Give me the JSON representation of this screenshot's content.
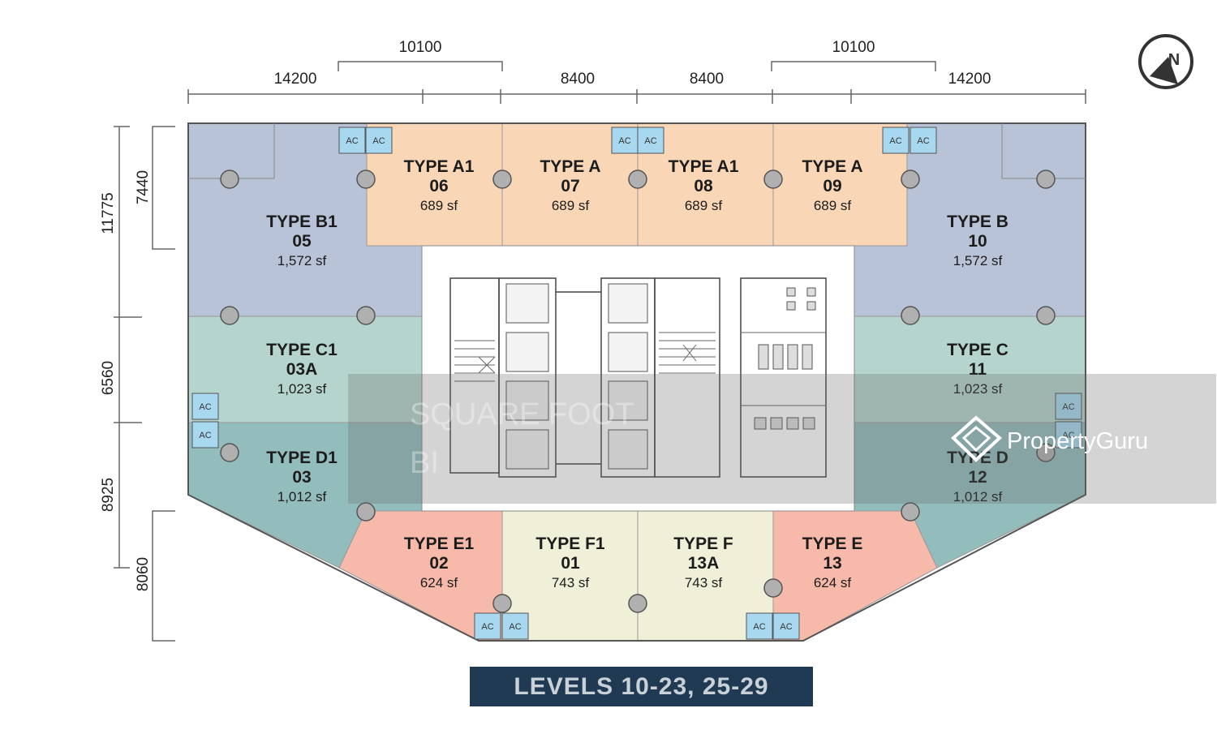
{
  "dimensions": {
    "top_row1": [
      "10100",
      "10100"
    ],
    "top_row2": [
      "14200",
      "8400",
      "8400",
      "14200"
    ],
    "left_outer": [
      "11775",
      "6560",
      "8925"
    ],
    "left_inner": [
      "7440",
      "8060"
    ]
  },
  "units": [
    {
      "id": "u06",
      "type": "TYPE A1",
      "number": "06",
      "area": "689 sf",
      "color": "#f9d6b6"
    },
    {
      "id": "u07",
      "type": "TYPE A",
      "number": "07",
      "area": "689 sf",
      "color": "#f9d6b6"
    },
    {
      "id": "u08",
      "type": "TYPE A1",
      "number": "08",
      "area": "689 sf",
      "color": "#f9d6b6"
    },
    {
      "id": "u09",
      "type": "TYPE A",
      "number": "09",
      "area": "689 sf",
      "color": "#f9d6b6"
    },
    {
      "id": "u05",
      "type": "TYPE B1",
      "number": "05",
      "area": "1,572 sf",
      "color": "#b9c3d8"
    },
    {
      "id": "u10",
      "type": "TYPE B",
      "number": "10",
      "area": "1,572 sf",
      "color": "#b9c3d8"
    },
    {
      "id": "u03a",
      "type": "TYPE C1",
      "number": "03A",
      "area": "1,023 sf",
      "color": "#b5d4cd"
    },
    {
      "id": "u11",
      "type": "TYPE C",
      "number": "11",
      "area": "1,023 sf",
      "color": "#b5d4cd"
    },
    {
      "id": "u03",
      "type": "TYPE D1",
      "number": "03",
      "area": "1,012 sf",
      "color": "#93bdbd"
    },
    {
      "id": "u12",
      "type": "TYPE D",
      "number": "12",
      "area": "1,012 sf",
      "color": "#93bdbd"
    },
    {
      "id": "u02",
      "type": "TYPE E1",
      "number": "02",
      "area": "624 sf",
      "color": "#f7b9aa"
    },
    {
      "id": "u01",
      "type": "TYPE F1",
      "number": "01",
      "area": "743 sf",
      "color": "#f0f0d8"
    },
    {
      "id": "u13a",
      "type": "TYPE F",
      "number": "13A",
      "area": "743 sf",
      "color": "#f0f0d8"
    },
    {
      "id": "u13",
      "type": "TYPE E",
      "number": "13",
      "area": "624 sf",
      "color": "#f7b9aa"
    }
  ],
  "ac_label": "AC",
  "level_banner": "LEVELS 10-23, 25-29",
  "compass_letter": "N",
  "watermark": {
    "brand": "PropertyGuru",
    "left_faded": "SQUARE FOOT",
    "left_faded_2": "BI"
  },
  "icons": {
    "compass": "north-arrow-icon",
    "brand": "propertyguru-logo-icon"
  }
}
